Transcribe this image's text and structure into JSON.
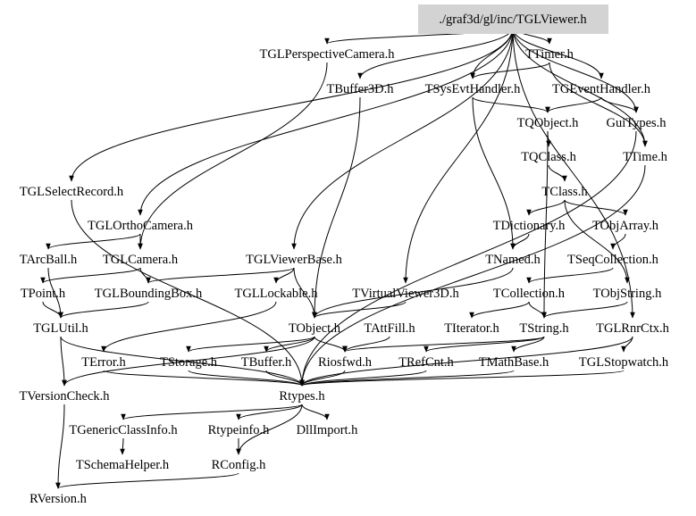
{
  "title": "./graf3d/gl/inc/TGLViewer.h",
  "diagram": {
    "type": "include-dependency-graph",
    "root": "./graf3d/gl/inc/TGLViewer.h",
    "root_fill": "#d3d3d3",
    "nodes": [
      "./graf3d/gl/inc/TGLViewer.h",
      "TGLPerspectiveCamera.h",
      "TTimer.h",
      "TBuffer3D.h",
      "TSysEvtHandler.h",
      "TGEventHandler.h",
      "TQObject.h",
      "GuiTypes.h",
      "TQClass.h",
      "TTime.h",
      "TGLSelectRecord.h",
      "TClass.h",
      "TGLOrthoCamera.h",
      "TDictionary.h",
      "TObjArray.h",
      "TArcBall.h",
      "TGLCamera.h",
      "TGLViewerBase.h",
      "TNamed.h",
      "TSeqCollection.h",
      "TPoint.h",
      "TGLBoundingBox.h",
      "TGLLockable.h",
      "TVirtualViewer3D.h",
      "TCollection.h",
      "TObjString.h",
      "TGLUtil.h",
      "TObject.h",
      "TAttFill.h",
      "TIterator.h",
      "TString.h",
      "TGLRnrCtx.h",
      "TError.h",
      "TStorage.h",
      "TBuffer.h",
      "Riosfwd.h",
      "TRefCnt.h",
      "TMathBase.h",
      "TGLStopwatch.h",
      "TVersionCheck.h",
      "Rtypes.h",
      "TGenericClassInfo.h",
      "Rtypeinfo.h",
      "DllImport.h",
      "TSchemaHelper.h",
      "RConfig.h",
      "RVersion.h"
    ],
    "edges": [
      [
        "./graf3d/gl/inc/TGLViewer.h",
        "TGLPerspectiveCamera.h"
      ],
      [
        "./graf3d/gl/inc/TGLViewer.h",
        "TTimer.h"
      ],
      [
        "./graf3d/gl/inc/TGLViewer.h",
        "TBuffer3D.h"
      ],
      [
        "./graf3d/gl/inc/TGLViewer.h",
        "TSysEvtHandler.h"
      ],
      [
        "./graf3d/gl/inc/TGLViewer.h",
        "TGEventHandler.h"
      ],
      [
        "./graf3d/gl/inc/TGLViewer.h",
        "TGLSelectRecord.h"
      ],
      [
        "./graf3d/gl/inc/TGLViewer.h",
        "TGLOrthoCamera.h"
      ],
      [
        "./graf3d/gl/inc/TGLViewer.h",
        "TGLViewerBase.h"
      ],
      [
        "./graf3d/gl/inc/TGLViewer.h",
        "TVirtualViewer3D.h"
      ],
      [
        "./graf3d/gl/inc/TGLViewer.h",
        "TTime.h"
      ],
      [
        "./graf3d/gl/inc/TGLViewer.h",
        "GuiTypes.h"
      ],
      [
        "./graf3d/gl/inc/TGLViewer.h",
        "TGLRnrCtx.h"
      ],
      [
        "TGLPerspectiveCamera.h",
        "TGLCamera.h"
      ],
      [
        "TTimer.h",
        "TSysEvtHandler.h"
      ],
      [
        "TTimer.h",
        "TTime.h"
      ],
      [
        "TSysEvtHandler.h",
        "TQObject.h"
      ],
      [
        "TSysEvtHandler.h",
        "TNamed.h"
      ],
      [
        "TGEventHandler.h",
        "TQObject.h"
      ],
      [
        "TGEventHandler.h",
        "GuiTypes.h"
      ],
      [
        "TBuffer3D.h",
        "TObject.h"
      ],
      [
        "TQObject.h",
        "TQClass.h"
      ],
      [
        "TQObject.h",
        "TString.h"
      ],
      [
        "TQClass.h",
        "TClass.h"
      ],
      [
        "GuiTypes.h",
        "Rtypes.h"
      ],
      [
        "TTime.h",
        "Rtypes.h"
      ],
      [
        "TClass.h",
        "TDictionary.h"
      ],
      [
        "TClass.h",
        "TObjArray.h"
      ],
      [
        "TClass.h",
        "TObjString.h"
      ],
      [
        "TDictionary.h",
        "TNamed.h"
      ],
      [
        "TObjArray.h",
        "TSeqCollection.h"
      ],
      [
        "TGLSelectRecord.h",
        "Rtypes.h"
      ],
      [
        "TGLOrthoCamera.h",
        "TArcBall.h"
      ],
      [
        "TGLOrthoCamera.h",
        "TGLCamera.h"
      ],
      [
        "TGLCamera.h",
        "TPoint.h"
      ],
      [
        "TGLCamera.h",
        "TGLBoundingBox.h"
      ],
      [
        "TArcBall.h",
        "TGLUtil.h"
      ],
      [
        "TGLViewerBase.h",
        "TGLBoundingBox.h"
      ],
      [
        "TGLViewerBase.h",
        "TGLLockable.h"
      ],
      [
        "TGLViewerBase.h",
        "TObject.h"
      ],
      [
        "TNamed.h",
        "TObject.h"
      ],
      [
        "TSeqCollection.h",
        "TCollection.h"
      ],
      [
        "TPoint.h",
        "TGLUtil.h"
      ],
      [
        "TGLBoundingBox.h",
        "TGLUtil.h"
      ],
      [
        "TGLLockable.h",
        "TError.h"
      ],
      [
        "TVirtualViewer3D.h",
        "TObject.h"
      ],
      [
        "TCollection.h",
        "TIterator.h"
      ],
      [
        "TCollection.h",
        "TString.h"
      ],
      [
        "TObjString.h",
        "TString.h"
      ],
      [
        "TGLUtil.h",
        "TVersionCheck.h"
      ],
      [
        "TGLUtil.h",
        "Rtypes.h"
      ],
      [
        "TObject.h",
        "TStorage.h"
      ],
      [
        "TObject.h",
        "TBuffer.h"
      ],
      [
        "TObject.h",
        "Riosfwd.h"
      ],
      [
        "TObject.h",
        "TVersionCheck.h"
      ],
      [
        "TAttFill.h",
        "Riosfwd.h"
      ],
      [
        "TString.h",
        "TRefCnt.h"
      ],
      [
        "TString.h",
        "TMathBase.h"
      ],
      [
        "TString.h",
        "Riosfwd.h"
      ],
      [
        "TGLRnrCtx.h",
        "TGLStopwatch.h"
      ],
      [
        "TGLRnrCtx.h",
        "Rtypes.h"
      ],
      [
        "TError.h",
        "Rtypes.h"
      ],
      [
        "TStorage.h",
        "Rtypes.h"
      ],
      [
        "TBuffer.h",
        "Rtypes.h"
      ],
      [
        "Riosfwd.h",
        "Rtypes.h"
      ],
      [
        "TRefCnt.h",
        "Rtypes.h"
      ],
      [
        "TMathBase.h",
        "Rtypes.h"
      ],
      [
        "TGLStopwatch.h",
        "Rtypes.h"
      ],
      [
        "TVersionCheck.h",
        "RVersion.h"
      ],
      [
        "Rtypes.h",
        "TGenericClassInfo.h"
      ],
      [
        "Rtypes.h",
        "Rtypeinfo.h"
      ],
      [
        "Rtypes.h",
        "DllImport.h"
      ],
      [
        "Rtypes.h",
        "RConfig.h"
      ],
      [
        "TGenericClassInfo.h",
        "TSchemaHelper.h"
      ],
      [
        "Rtypeinfo.h",
        "RConfig.h"
      ],
      [
        "RConfig.h",
        "RVersion.h"
      ]
    ]
  }
}
